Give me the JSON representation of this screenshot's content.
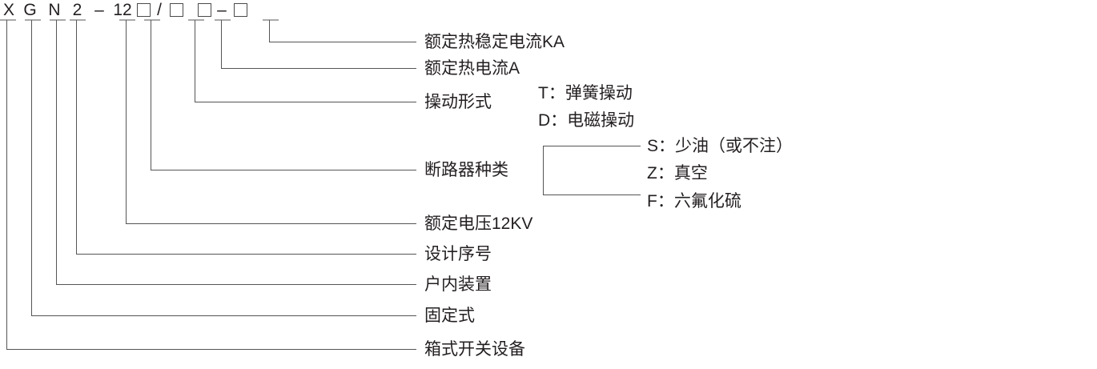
{
  "diagram": {
    "title_code": "XGN2-12□/□□-□",
    "line_color": "#555555",
    "text_color": "#231f20",
    "model_parts": [
      {
        "text": "X",
        "type": "letter"
      },
      {
        "text": "G",
        "type": "letter"
      },
      {
        "text": "N",
        "type": "letter"
      },
      {
        "text": "2",
        "type": "digit"
      },
      {
        "text": "–",
        "type": "dash"
      },
      {
        "text": "12",
        "type": "digit"
      },
      {
        "text": "□",
        "type": "box"
      },
      {
        "text": "/",
        "type": "slash"
      },
      {
        "text": "□",
        "type": "box"
      },
      {
        "text": "□",
        "type": "box"
      },
      {
        "text": "–",
        "type": "dash"
      },
      {
        "text": "□",
        "type": "box"
      }
    ],
    "callouts": [
      {
        "id": "rated-thermal-stability-current",
        "label": "额定热稳定电流KA"
      },
      {
        "id": "rated-thermal-current",
        "label": "额定热电流A"
      },
      {
        "id": "operating-mechanism-type",
        "label": "操动形式"
      },
      {
        "id": "circuit-breaker-category",
        "label": "断路器种类"
      },
      {
        "id": "rated-voltage",
        "label": "额定电压12KV"
      },
      {
        "id": "design-serial-number",
        "label": "设计序号"
      },
      {
        "id": "indoor-device",
        "label": "户内装置"
      },
      {
        "id": "fixed-type",
        "label": "固定式"
      },
      {
        "id": "box-type-switchgear",
        "label": "箱式开关设备"
      }
    ],
    "operating_mechanism_options": [
      {
        "code": "T",
        "label": "T：弹簧操动"
      },
      {
        "code": "D",
        "label": "D：电磁操动"
      }
    ],
    "circuit_breaker_options": [
      {
        "code": "S",
        "label": "S：少油（或不注）"
      },
      {
        "code": "Z",
        "label": "Z：真空"
      },
      {
        "code": "F",
        "label": "F：六氟化硫"
      }
    ]
  }
}
